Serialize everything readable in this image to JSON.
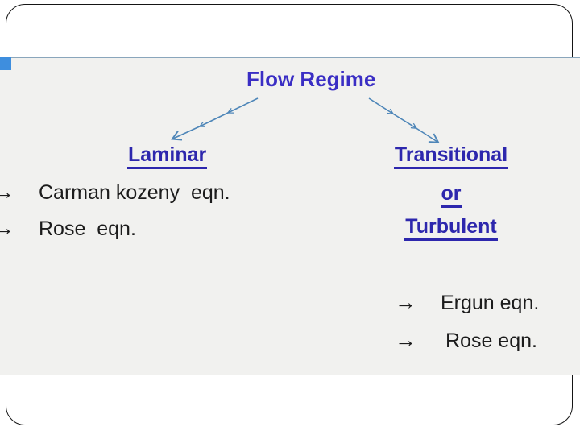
{
  "diagram": {
    "root_label": "Flow Regime",
    "bullet_glyph": "→",
    "left_branch": {
      "label": "Laminar",
      "equations": [
        "Carman kozeny  eqn.",
        "Rose  eqn."
      ]
    },
    "right_branch": {
      "label_lines": [
        "Transitional",
        "or",
        "Turbulent"
      ],
      "equations": [
        "Ergun eqn.",
        "Rose eqn."
      ]
    },
    "colors": {
      "root_label_text": "#3a2ec4",
      "branch_label_text": "#2d27ad",
      "connector_line": "#4e86b8",
      "equation_text": "#1c1c1c",
      "panel_background": "#f1f1ef",
      "panel_top_border": "#8aa6bc",
      "accent_square": "#3e8ede",
      "frame_border": "#151515"
    }
  }
}
